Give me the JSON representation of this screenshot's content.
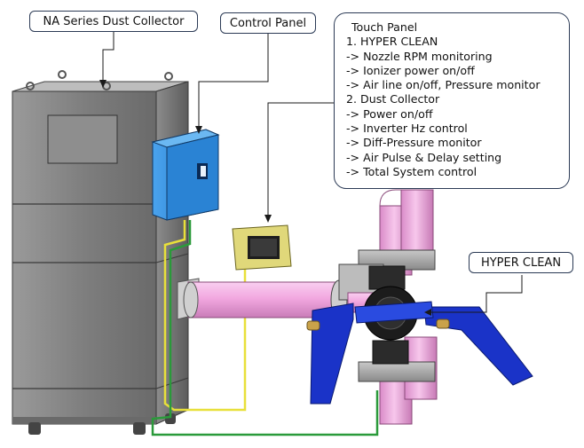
{
  "labels": {
    "dust_collector": "NA Series Dust Collector",
    "control_panel": "Control Panel",
    "hyper_clean": "HYPER CLEAN"
  },
  "touch_panel": {
    "title": "Touch Panel",
    "lines": [
      "1. HYPER CLEAN",
      "-> Nozzle RPM monitoring",
      "-> Ionizer power on/off",
      "-> Air line on/off, Pressure monitor",
      "2. Dust Collector",
      "-> Power on/off",
      "-> Inverter Hz control",
      "-> Diff-Pressure monitor",
      "-> Air Pulse & Delay setting",
      "-> Total System control"
    ]
  },
  "colors": {
    "cabinet": "#8a8a8a",
    "control_panel": "#2b86d6",
    "touch_panel": "#e0d87a",
    "duct": "#f2a8e0",
    "blade": "#1a33c8",
    "cable_yellow": "#e8e03a",
    "cable_green": "#2a9a3a",
    "callout_border": "#2b3a55"
  }
}
